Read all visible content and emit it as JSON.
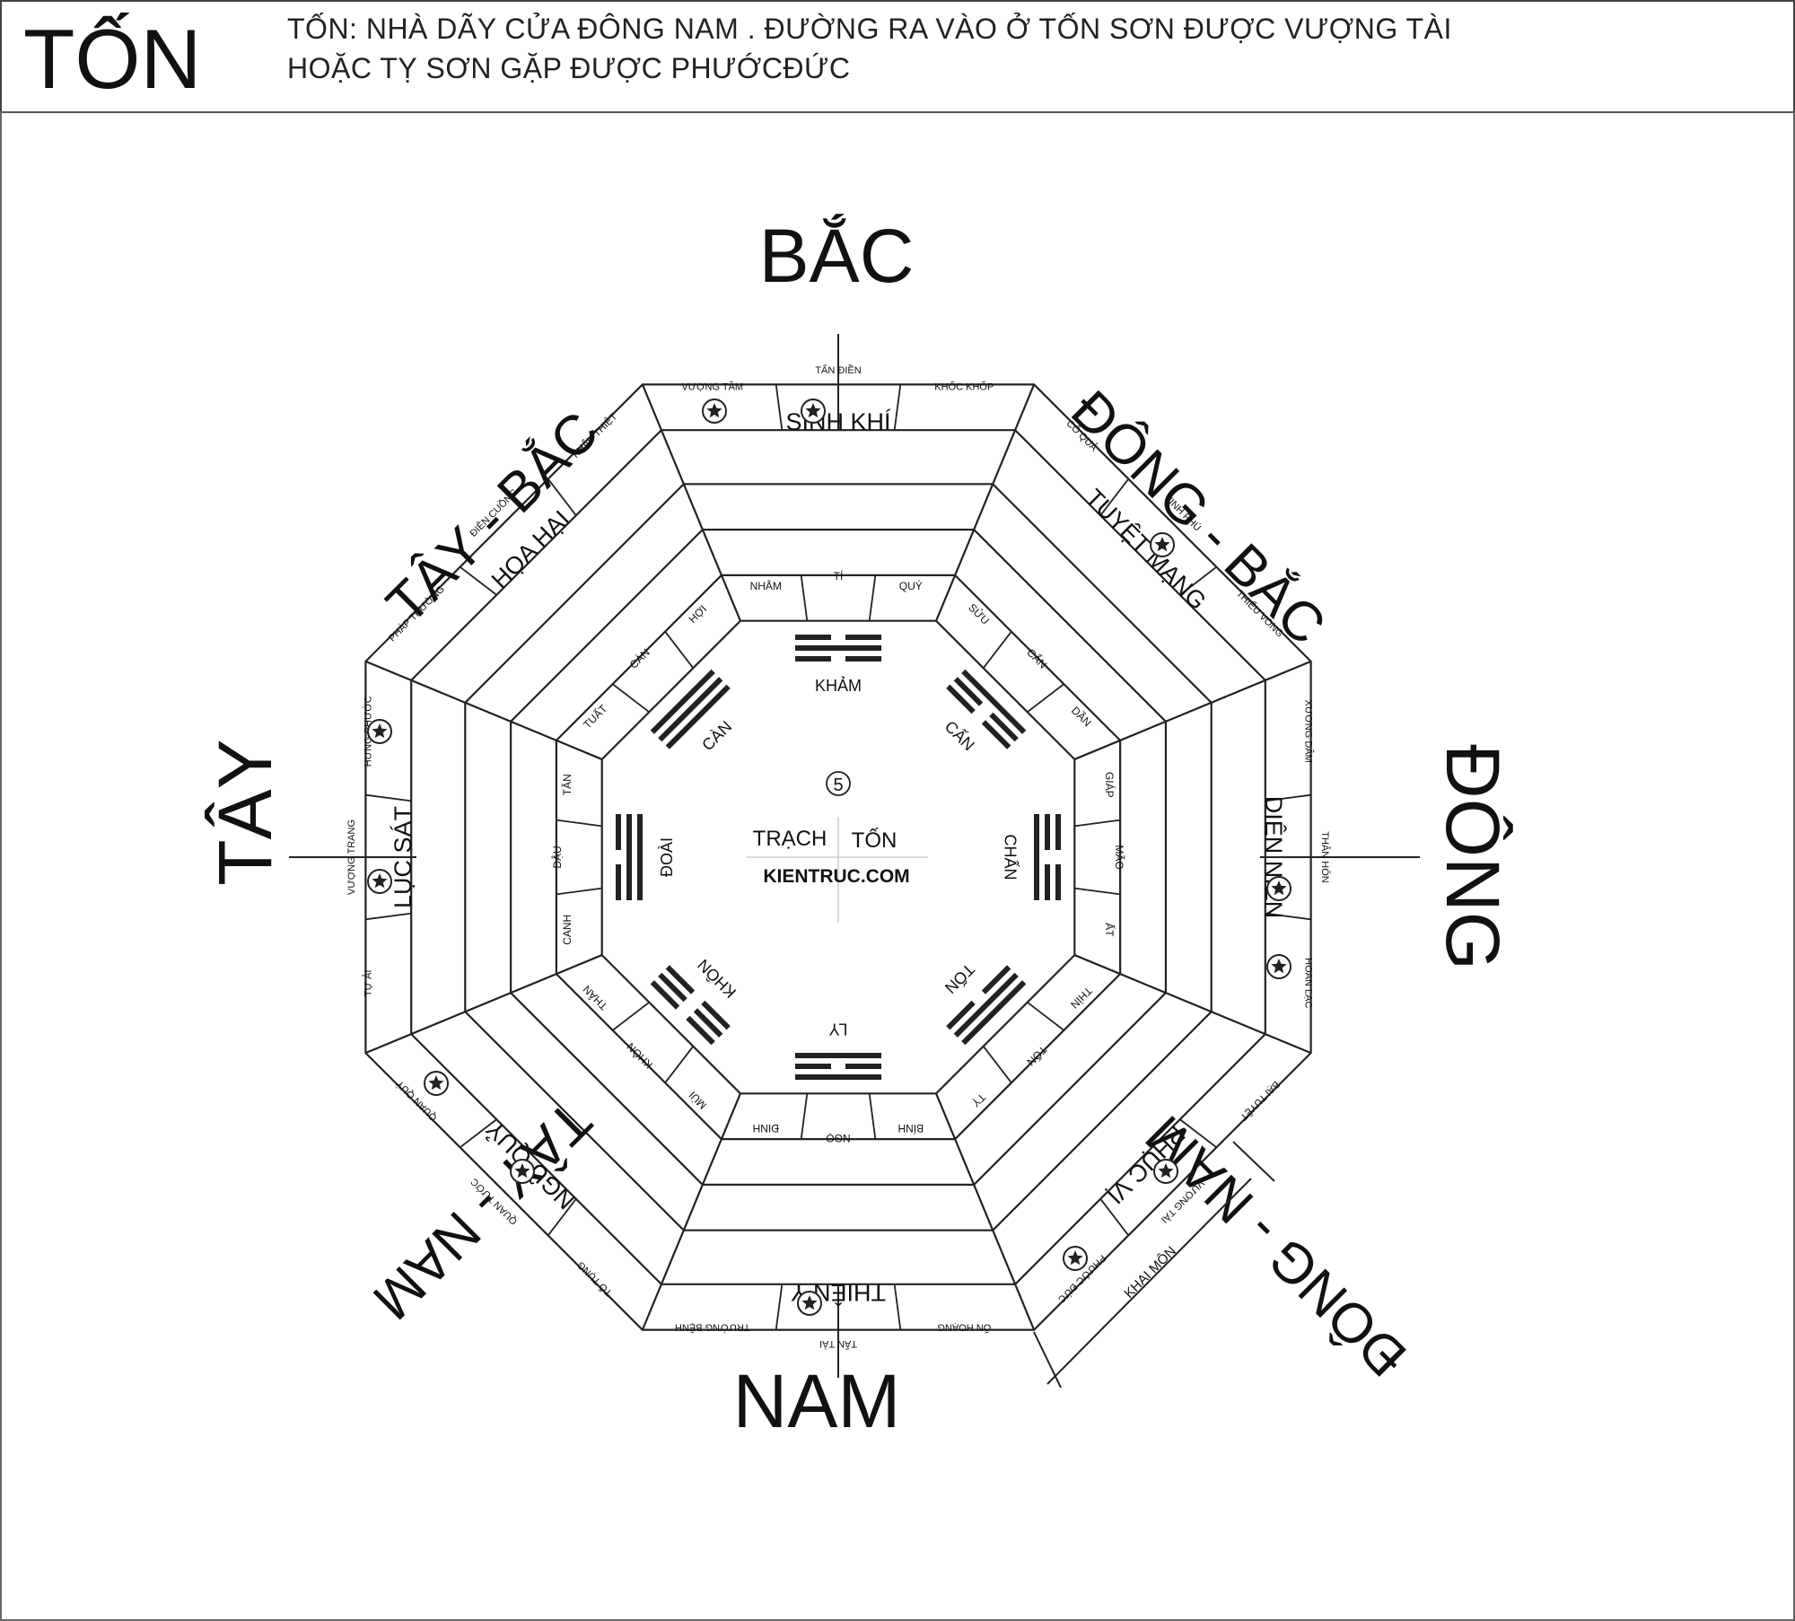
{
  "header": {
    "title": "TỐN",
    "line1": "TỐN: NHÀ DÃY CỬA  ĐÔNG NAM . ĐƯỜNG RA VÀO Ở TỐN SƠN ĐƯỢC VƯỢNG TÀI",
    "line2": "HOẶC TỴ SƠN GẶP ĐƯỢC PHƯỚCĐỨC"
  },
  "directions": {
    "north": "BẮC",
    "south": "NAM",
    "east": "ĐÔNG",
    "west": "TÂY",
    "northeast": "ĐÔNG - BẮC",
    "northwest": "TÂY - BẮC",
    "southeast": "ĐÔNG - NAM",
    "southwest": "TÂY - NAM"
  },
  "sectors": [
    {
      "direction": "north",
      "star": "SINH KHÍ",
      "mountains": [
        "NHÂM",
        "TÍ",
        "QUÝ"
      ],
      "outer": [
        "VƯỢNG TẦM",
        "TẤN ĐIỀN",
        "KHỐC KHỐP"
      ],
      "trigram": "KHẢM",
      "trigram_lines": [
        "broken",
        "solid",
        "broken"
      ]
    },
    {
      "direction": "northeast",
      "star": "TUYỆT MẠNG",
      "mountains": [
        "SỬU",
        "CẤN",
        "DẦN"
      ],
      "outer": [
        "CÔ QUẢ",
        "VINH PHÚ",
        "THIẾU VONG"
      ],
      "trigram": "CẤN",
      "trigram_lines": [
        "solid",
        "broken",
        "broken"
      ]
    },
    {
      "direction": "east",
      "star": "DIÊN NIÊN",
      "mountains": [
        "GIÁP",
        "MÃO",
        "ẤT"
      ],
      "outer": [
        "XƯƠNG DÂM",
        "THÂN HÔN",
        "HOAN LẠC"
      ],
      "trigram": "CHẤN",
      "trigram_lines": [
        "broken",
        "broken",
        "solid"
      ]
    },
    {
      "direction": "southeast",
      "star": "PHỤC VỊ",
      "mountains": [
        "THÌN",
        "TỐN",
        "TỴ"
      ],
      "outer": [
        "BẠI TUYỆT",
        "VƯỢNG TÀI",
        "PHƯỚC ĐỨC"
      ],
      "trigram": "TỐN",
      "trigram_lines": [
        "solid",
        "solid",
        "broken"
      ]
    },
    {
      "direction": "south",
      "star": "THIÊN Y",
      "mountains": [
        "BÍNH",
        "NGỌ",
        "ĐINH"
      ],
      "outer": [
        "ỐN HOẠNG",
        "TẤN TÀI",
        "TRƯỜNG BỆNH"
      ],
      "trigram": "LY",
      "trigram_lines": [
        "solid",
        "broken",
        "solid"
      ]
    },
    {
      "direction": "southwest",
      "star": "NGŨ QUỶ",
      "mountains": [
        "MÙI",
        "KHÔN",
        "THÂN"
      ],
      "outer": [
        "TỐ TỤNG",
        "QUAN TƯỚC",
        "QUAN QUÝ"
      ],
      "trigram": "KHÔN",
      "trigram_lines": [
        "broken",
        "broken",
        "broken"
      ]
    },
    {
      "direction": "west",
      "star": "LỤC SÁT",
      "mountains": [
        "CANH",
        "DẬU",
        "TÂN"
      ],
      "outer": [
        "TỰ ẢI",
        "VƯỢNG TRANG",
        "HƯNG PHƯỚC"
      ],
      "trigram": "ĐOÀI",
      "trigram_lines": [
        "broken",
        "solid",
        "solid"
      ]
    },
    {
      "direction": "northwest",
      "star": "HỌA HẠI",
      "mountains": [
        "TUẤT",
        "CÀN",
        "HỢI"
      ],
      "outer": [
        "PHÁP TRƯỜNG",
        "ĐIÊN CUỒNG",
        "KHẨU THIỆT"
      ],
      "trigram": "CÀN",
      "trigram_lines": [
        "solid",
        "solid",
        "solid"
      ]
    }
  ],
  "center": {
    "number": "5",
    "label_left": "TRẠCH",
    "label_right": "TỐN",
    "watermark": "KIENTRUC.COM",
    "watermark_color": "#2e9a2e"
  },
  "door_label": "KHAI MÔN",
  "star_marker_icon": "star-in-circle-icon",
  "colors": {
    "line": "#222222",
    "background": "#ffffff"
  }
}
